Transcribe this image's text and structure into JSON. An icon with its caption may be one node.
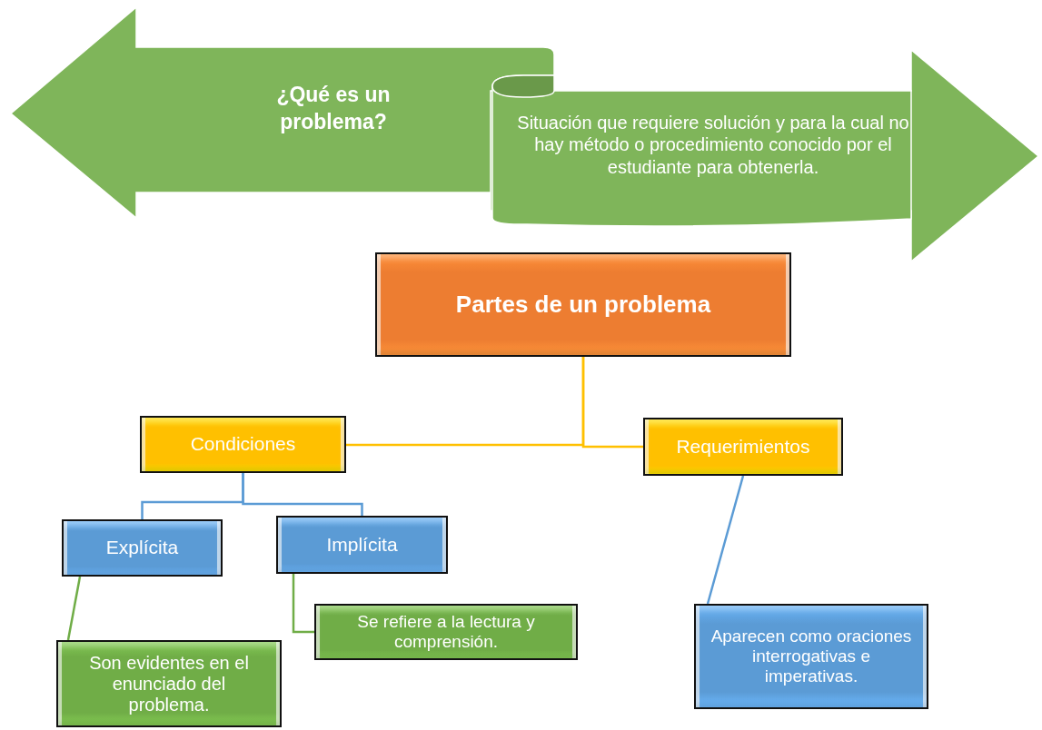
{
  "diagram": {
    "nodes": [
      {
        "text": [
          "¿Qué es un problema?"
        ]
      },
      {
        "text": [
          "Situación que requiere solución y para la cual no hay método o procedimiento conocido por el estudiante para obtenerla."
        ]
      },
      {
        "text": [
          "Partes de un problema"
        ]
      },
      {
        "text": [
          "Condiciones"
        ]
      },
      {
        "text": [
          "Requerimientos"
        ]
      },
      {
        "text": [
          "Explícita"
        ]
      },
      {
        "text": [
          "Implícita"
        ]
      },
      {
        "text": [
          "Son evidentes en el enunciado del problema."
        ]
      },
      {
        "text": [
          "Se refiere a la lectura y comprensión."
        ]
      },
      {
        "text": [
          "Aparecen como oraciones interrogativas e imperativas."
        ]
      }
    ],
    "edges": [
      {
        "from": 2,
        "to": 3,
        "arrow": "none",
        "color": "#ffc000"
      },
      {
        "from": 2,
        "to": 4,
        "arrow": "none",
        "color": "#ffc000"
      },
      {
        "from": 3,
        "to": 5,
        "arrow": "none"
      },
      {
        "from": 3,
        "to": 6,
        "arrow": "none"
      },
      {
        "from": 5,
        "to": 7,
        "arrow": "none",
        "color": "#70ad47"
      },
      {
        "from": 6,
        "to": 8,
        "arrow": "none",
        "color": "#70ad47"
      },
      {
        "from": 4,
        "to": 9,
        "arrow": "none"
      }
    ]
  }
}
